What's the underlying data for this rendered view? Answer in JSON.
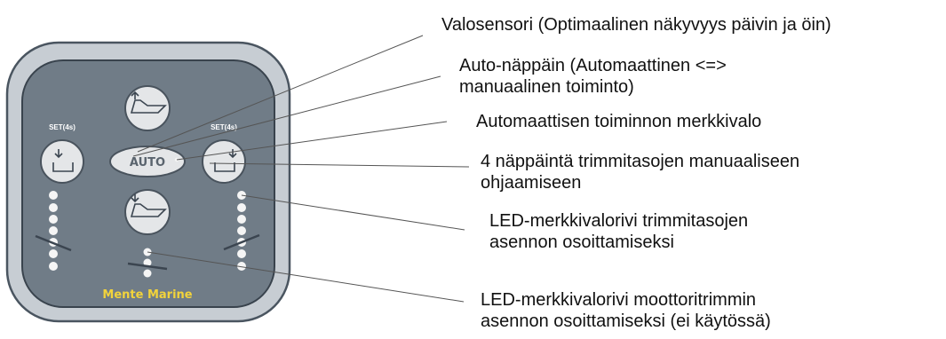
{
  "panel": {
    "brand": "Mente Marine",
    "set_left": "SET(4s)",
    "set_right": "SET(4s)",
    "auto_label": "AUTO",
    "colors": {
      "body": "#c7cdd3",
      "face": "#707c87",
      "brand": "#f2d33b",
      "button": "#e4e6e8",
      "led": "#f5f5f5"
    },
    "icons": [
      "boat-up-icon",
      "boat-down-icon",
      "trim-tab-left-icon",
      "trim-tab-right-icon"
    ]
  },
  "callouts": {
    "light_sensor": "Valosensori (Optimaalinen näkyvyys päivin ja öin)",
    "auto_key_1": "Auto-näppäin (Automaattinen <=>",
    "auto_key_2": "manuaalinen toiminto)",
    "auto_indicator": "Automaattisen toiminnon merkkivalo",
    "keys_1": "4 näppäintä trimmitasojen manuaaliseen",
    "keys_2": "ohjaamiseen",
    "led_trim_1": "LED-merkkivalorivi trimmitasojen",
    "led_trim_2": "asennon osoittamiseksi",
    "led_motor_1": "LED-merkkivalorivi moottoritrimmin",
    "led_motor_2": "asennon osoittamiseksi (ei käytössä)"
  }
}
